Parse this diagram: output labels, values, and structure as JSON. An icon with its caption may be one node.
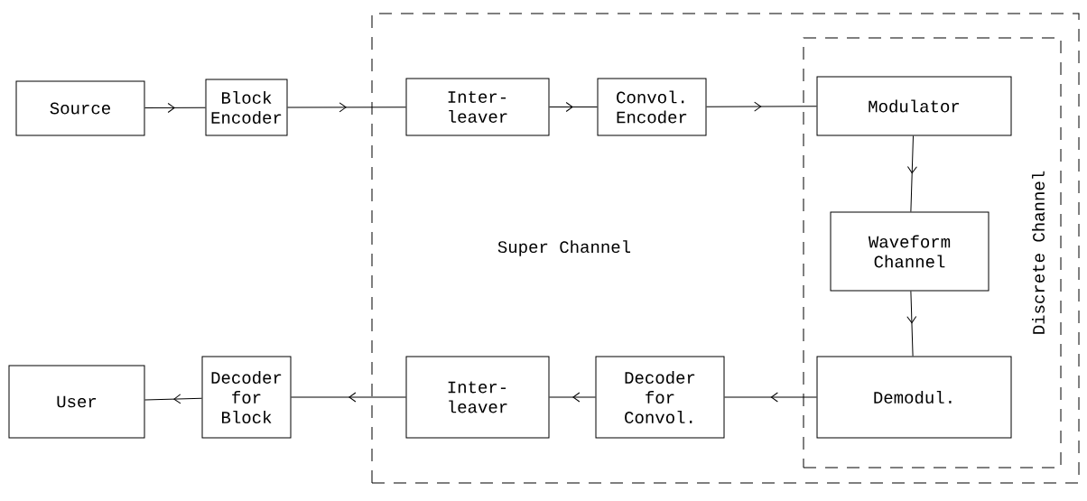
{
  "diagram": {
    "nodes": [
      {
        "text": [
          "Super Channel"
        ]
      },
      {
        "text": [
          "Discrete Channel"
        ],
        "in": 0
      },
      {
        "text": [
          "Source"
        ]
      },
      {
        "text": [
          "Block Encoder"
        ]
      },
      {
        "text": [
          "Inter- leaver"
        ],
        "in": 0
      },
      {
        "text": [
          "Convol. Encoder"
        ],
        "in": 0
      },
      {
        "text": [
          "Modulator"
        ],
        "in": 1
      },
      {
        "text": [
          "Waveform Channel"
        ],
        "in": 1
      },
      {
        "text": [
          "Demodul."
        ],
        "in": 1
      },
      {
        "text": [
          "Decoder for Convol."
        ],
        "in": 0
      },
      {
        "text": [
          "Inter- leaver"
        ],
        "in": 0
      },
      {
        "text": [
          "Decoder for Block"
        ]
      },
      {
        "text": [
          "User"
        ]
      }
    ],
    "edges": [
      {
        "from": 2,
        "to": 3,
        "arrow": "to"
      },
      {
        "from": 3,
        "to": 4,
        "arrow": "to"
      },
      {
        "from": 4,
        "to": 5,
        "arrow": "to"
      },
      {
        "from": 5,
        "to": 6,
        "arrow": "to"
      },
      {
        "from": 6,
        "to": 7,
        "arrow": "to"
      },
      {
        "from": 7,
        "to": 8,
        "arrow": "to"
      },
      {
        "from": 8,
        "to": 9,
        "arrow": "to"
      },
      {
        "from": 9,
        "to": 10,
        "arrow": "to"
      },
      {
        "from": 10,
        "to": 11,
        "arrow": "to"
      },
      {
        "from": 11,
        "to": 12,
        "arrow": "to"
      }
    ]
  }
}
